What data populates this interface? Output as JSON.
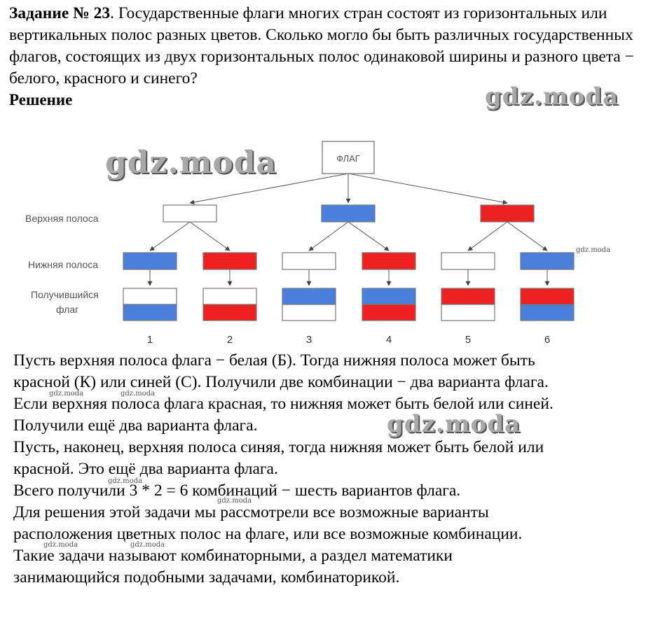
{
  "task": {
    "number": "Задание № 23",
    "text": ". Государственные флаги многих стран состоят из горизонтальных или вертикальных полос разных цветов. Сколько могло бы быть различных государственных флагов, состоящих из двух горизонтальных полос одинаковой ширины и разного цвета − белого, красного и синего?"
  },
  "solution_heading": "Решение",
  "diagram": {
    "root_label": "ФЛАГ",
    "row_labels": {
      "top": "Верхняя полоса",
      "bottom": "Нижняя полоса",
      "result_line1": "Получившийся",
      "result_line2": "флаг"
    },
    "colors": {
      "white": "#ffffff",
      "blue": "#4a7fdc",
      "red": "#ee2020"
    },
    "top_stripes": [
      "white",
      "blue",
      "red"
    ],
    "flags": [
      {
        "number": "1",
        "top": "white",
        "bottom": "blue"
      },
      {
        "number": "2",
        "top": "white",
        "bottom": "red"
      },
      {
        "number": "3",
        "top": "blue",
        "bottom": "white"
      },
      {
        "number": "4",
        "top": "blue",
        "bottom": "red"
      },
      {
        "number": "5",
        "top": "red",
        "bottom": "white"
      },
      {
        "number": "6",
        "top": "red",
        "bottom": "blue"
      }
    ]
  },
  "solution_lines": [
    "Пусть верхняя полоса флага − белая (Б). Тогда нижняя полоса может быть",
    "красной (К) или синей (С). Получили две комбинации − два варианта флага.",
    "Если верхняя полоса флага красная, то нижняя может быть белой или синей.",
    "Получили ещё два варианта флага.",
    "Пусть, наконец, верхняя полоса синяя, тогда нижняя может быть белой или",
    "красной. Это ещё два варианта флага.",
    "Всего получили 3 * 2 = 6 комбинаций − шесть вариантов флага.",
    "Для решения этой задачи мы рассмотрели все возможные варианты",
    "расположения цветных полос на флаге, или все возможные комбинации.",
    "Такие задачи называют комбинаторными, а раздел математики",
    "занимающийся подобными задачами, комбинаторикой."
  ],
  "watermarks": {
    "big": "gdz.moda",
    "small": "gdz.moda"
  }
}
